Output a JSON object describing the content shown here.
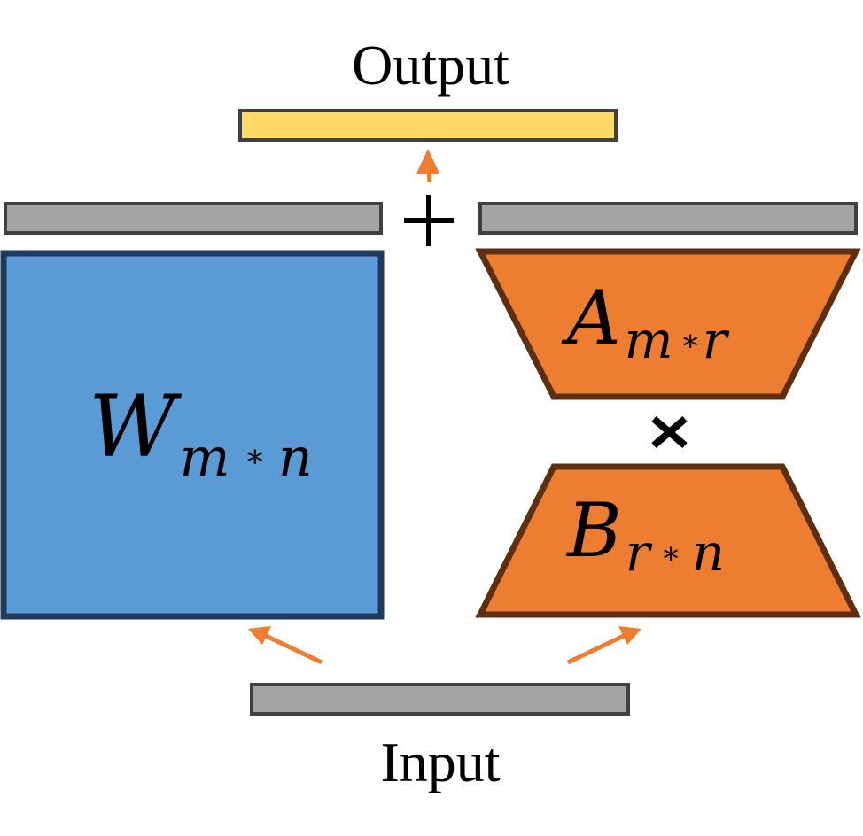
{
  "labels": {
    "output": "Output",
    "input": "Input",
    "plus": "+",
    "times": "×"
  },
  "matrices": {
    "W": {
      "symbol": "W",
      "subscript_left": "m",
      "subscript_op": "∗",
      "subscript_right": "n"
    },
    "A": {
      "symbol": "A",
      "subscript_left": "m",
      "subscript_op": "∗",
      "subscript_right": "r"
    },
    "B": {
      "symbol": "B",
      "subscript_left": "r",
      "subscript_op": "∗",
      "subscript_right": "n"
    }
  },
  "colors": {
    "output_fill": "#FFD966",
    "vector_fill": "#A5A5A5",
    "vector_stroke": "#404040",
    "w_fill": "#5B9BD5",
    "w_stroke": "#1F3A5F",
    "ab_fill": "#ED7D31",
    "ab_stroke": "#5E2F0E",
    "arrow": "#ED7D31"
  }
}
